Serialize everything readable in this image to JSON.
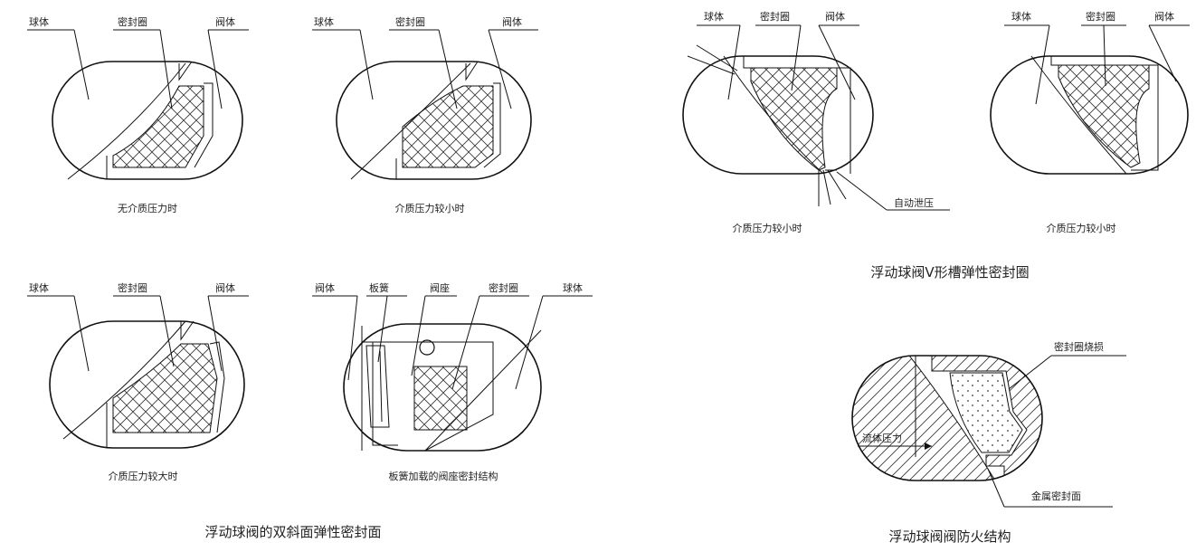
{
  "fig_tl": {
    "ball": "球体",
    "seal": "密封圈",
    "body": "阀体",
    "caption": "无介质压力时"
  },
  "fig_tm": {
    "ball": "球体",
    "seal": "密封圈",
    "body": "阀体",
    "caption": "介质压力较小时"
  },
  "fig_bl": {
    "ball": "球体",
    "seal": "密封圈",
    "body": "阀体",
    "caption": "介质压力较大时"
  },
  "fig_bm": {
    "body": "阀体",
    "spring": "板簧",
    "seat": "阀座",
    "seal": "密封圈",
    "ball": "球体",
    "caption": "板簧加载的阀座密封结构"
  },
  "left_title": "浮动球阀的双斜面弹性密封面",
  "fig_vl": {
    "ball": "球体",
    "seal": "密封圈",
    "body": "阀体",
    "relief": "自动泄压",
    "caption": "介质压力较小时"
  },
  "fig_vr": {
    "ball": "球体",
    "seal": "密封圈",
    "body": "阀体",
    "caption": "介质压力较小时"
  },
  "v_title": "浮动球阀V形槽弹性密封圈",
  "fig_fire": {
    "damaged": "密封圈烧损",
    "pressure": "流体压力",
    "metal": "金属密封面"
  },
  "fire_title": "浮动球阀阀防火结构"
}
